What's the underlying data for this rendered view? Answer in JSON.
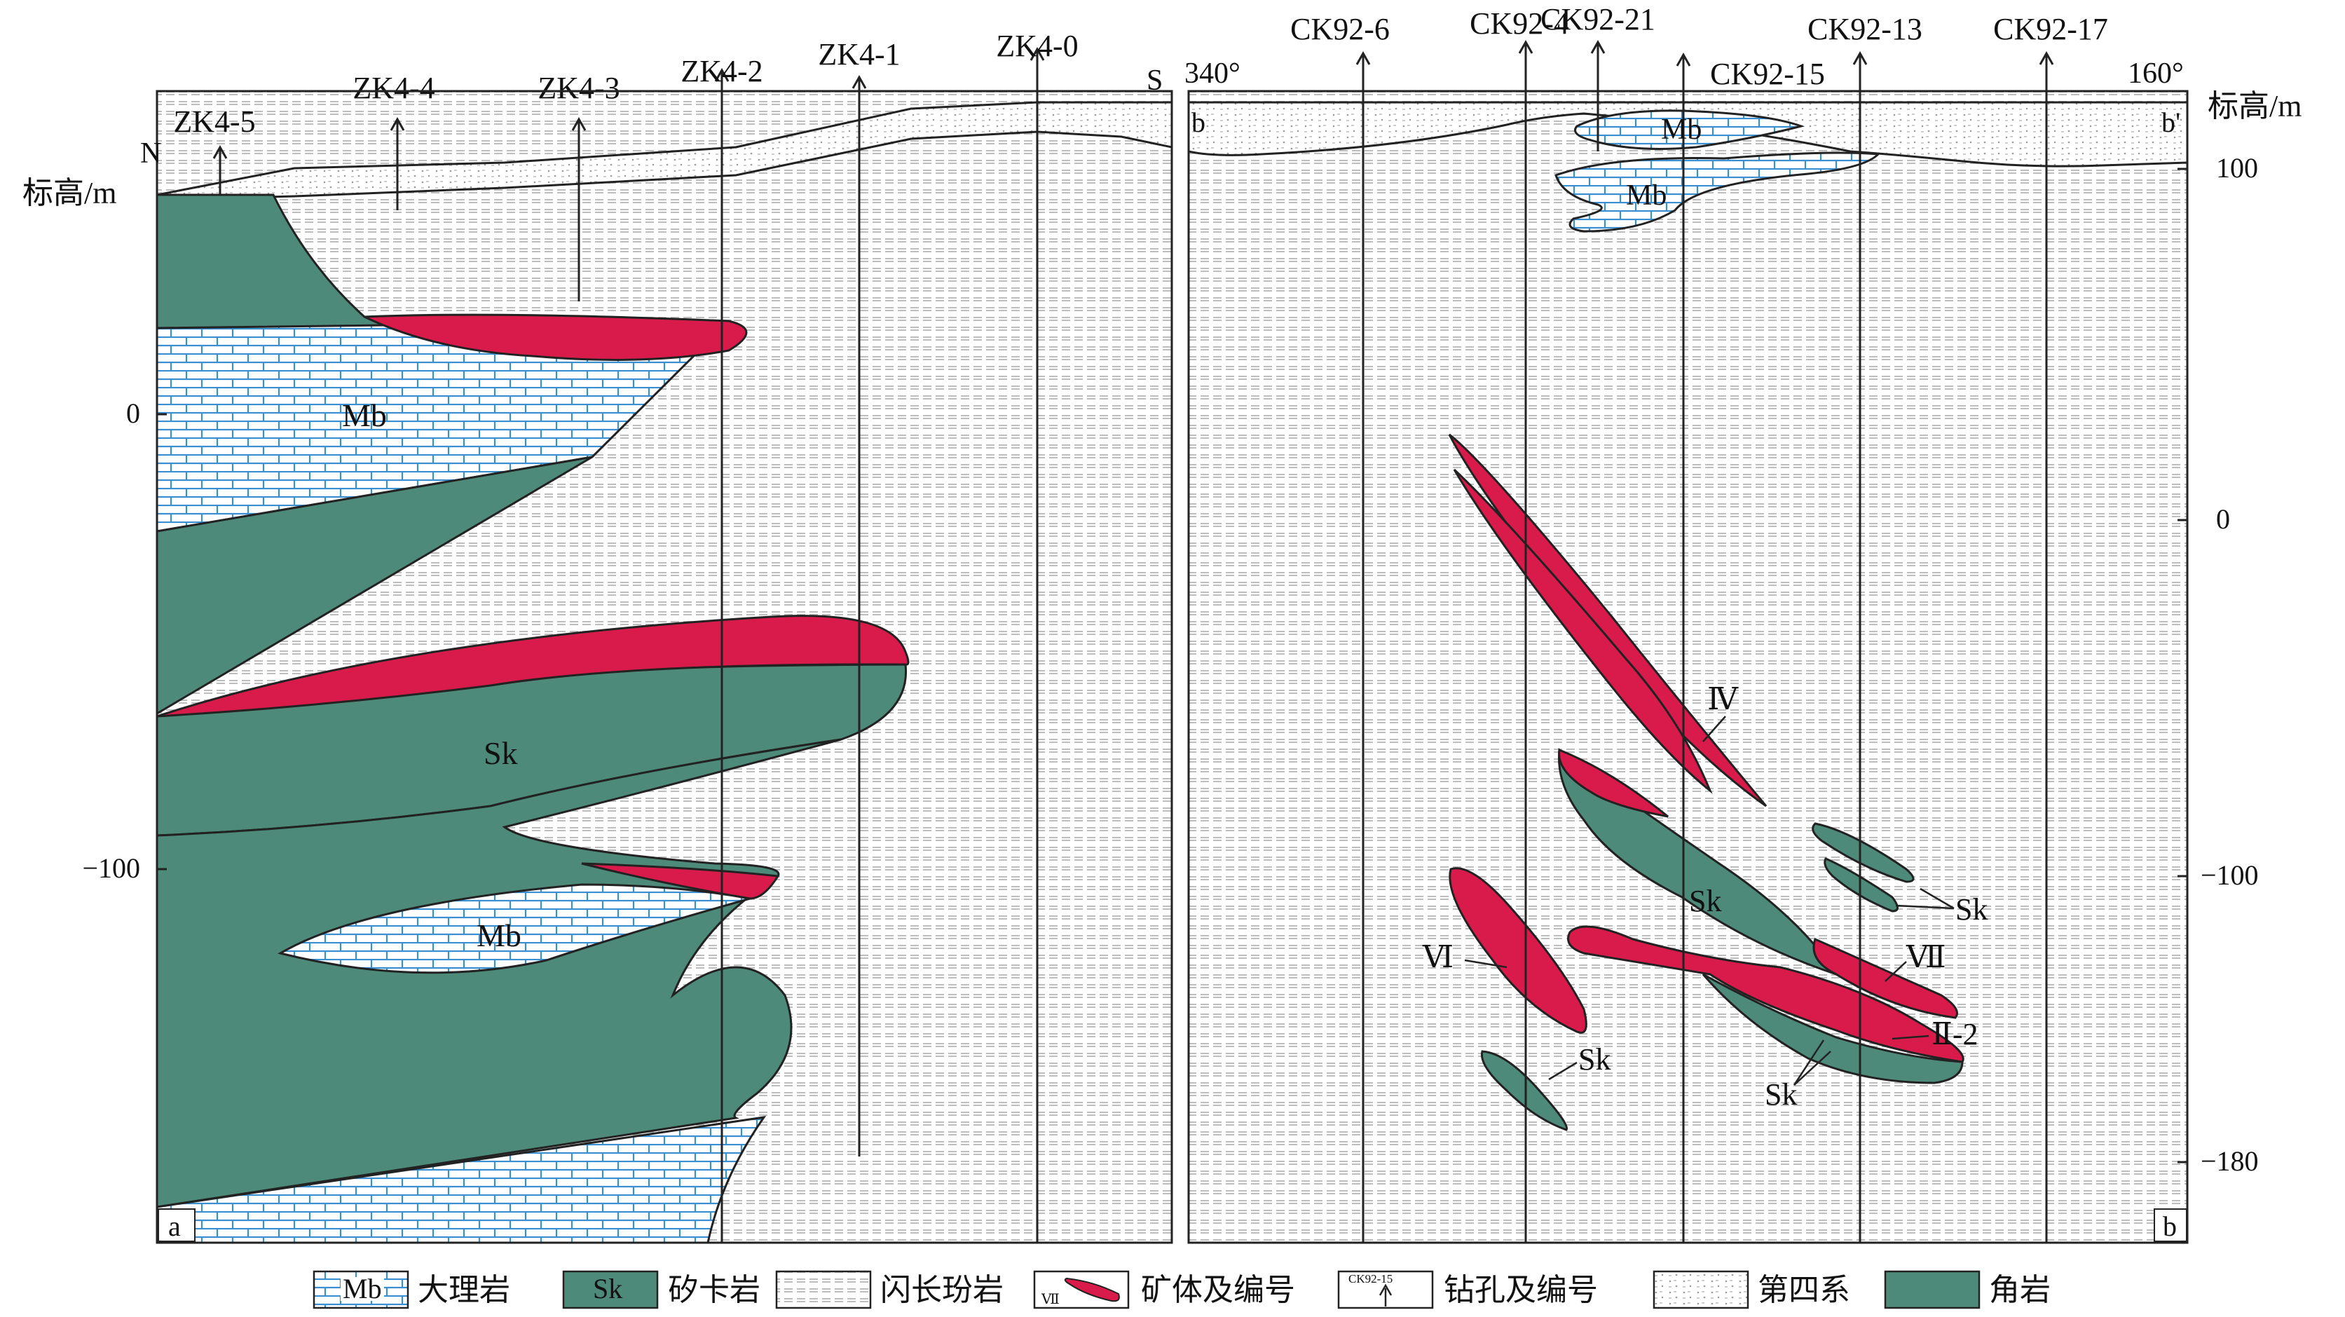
{
  "panel_a": {
    "tag": "a",
    "elevation_label": "标高/m",
    "north": "N",
    "south": "S",
    "ticks": [
      "0",
      "−100"
    ],
    "drillholes": [
      "ZK4-5",
      "ZK4-4",
      "ZK4-3",
      "ZK4-2",
      "ZK4-1",
      "ZK4-0"
    ],
    "labels": {
      "mb_upper": "Mb",
      "sk": "Sk",
      "mb_lower": "Mb"
    }
  },
  "panel_b": {
    "tag": "b",
    "b_left": "b",
    "b_right": "b'",
    "az_left": "340°",
    "az_right": "160°",
    "elevation_label": "标高/m",
    "ticks": [
      "100",
      "0",
      "−100",
      "−180"
    ],
    "drillholes": [
      "CK92-6",
      "CK92-4",
      "CK92-21",
      "CK92-15",
      "CK92-13",
      "CK92-17"
    ],
    "labels": {
      "mb1": "Mb",
      "mb2": "Mb",
      "ore_iv": "Ⅳ",
      "ore_vi": "Ⅵ",
      "ore_vii": "Ⅶ",
      "ore_ii2": "Ⅱ-2",
      "sk_main": "Sk",
      "sk_right": "Sk",
      "sk_bottom": "Sk",
      "sk_lower": "Sk"
    }
  },
  "legend": {
    "marble_abbr": "Mb",
    "marble": "大理岩",
    "skarn_abbr": "Sk",
    "skarn": "矽卡岩",
    "diorite": "闪长玢岩",
    "ore_num": "Ⅶ",
    "ore": "矿体及编号",
    "hole_num": "CK92-15",
    "hole": "钻孔及编号",
    "quaternary": "第四系",
    "hornfels": "角岩"
  },
  "colors": {
    "ore": "#d81b4a",
    "hornfels": "#4e8a7a",
    "marble_line": "#3a8fd0",
    "frame": "#222222"
  }
}
